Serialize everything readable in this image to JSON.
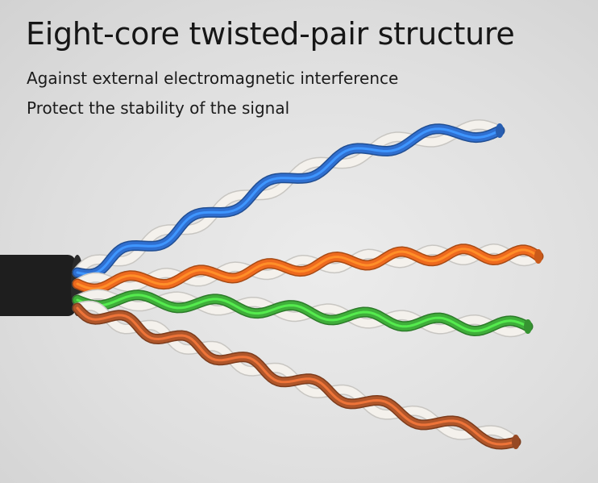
{
  "headline": "Eight-core twisted-pair structure",
  "features": [
    "Against external electromagnetic interference",
    "Protect the stability of the signal"
  ],
  "wires": [
    {
      "pair": "blue",
      "color": "#2f6fd0"
    },
    {
      "pair": "orange",
      "color": "#ee6a1e"
    },
    {
      "pair": "green",
      "color": "#3fae3a"
    },
    {
      "pair": "brown",
      "color": "#b0562a"
    }
  ],
  "jacket_color": "#1e1e1e",
  "stripe_color": "#f4f1ec"
}
